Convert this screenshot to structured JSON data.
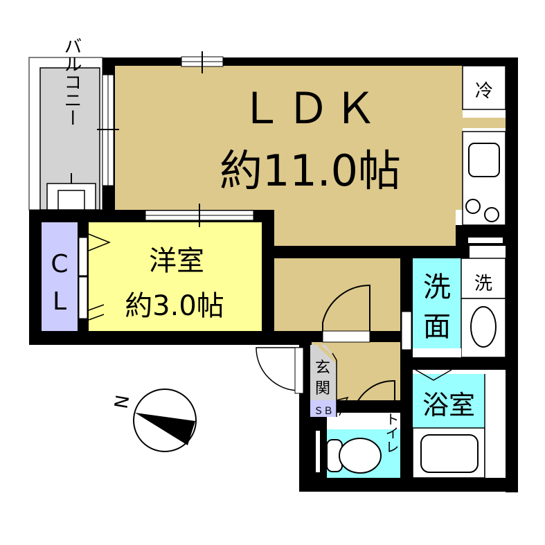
{
  "floorplan": {
    "colors": {
      "wall": "#000000",
      "ldk_floor": "#DDC98C",
      "western_room": "#FFFF99",
      "closet": "#CCCCFF",
      "wet_area": "#99FFFF",
      "balcony": "#D3D3D3",
      "fixture": "#FFFFFF",
      "background": "#FFFFFF"
    },
    "rooms": {
      "ldk": {
        "name": "ＬＤＫ",
        "size": "約11.0帖"
      },
      "western": {
        "name": "洋室",
        "size": "約3.0帖"
      },
      "closet": {
        "line1": "C",
        "line2": "L"
      },
      "balcony": {
        "name": "バルコニー"
      },
      "washroom": {
        "line1": "洗",
        "line2": "面"
      },
      "bathroom": {
        "name": "浴室"
      },
      "toilet": {
        "name": "トイレ"
      },
      "entrance": {
        "line1": "玄",
        "line2": "関"
      },
      "shoe_box": {
        "name": "ＳＢ"
      }
    },
    "fixtures": {
      "fridge": "冷",
      "washer": "洗"
    },
    "compass": {
      "label": "N",
      "icon": "north-arrow-icon"
    }
  }
}
